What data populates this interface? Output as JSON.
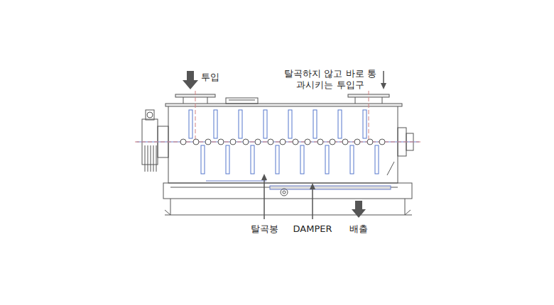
{
  "diagram": {
    "labels": [
      "투입",
      "탈곡하지 않고 바로 통과시키는 투입구",
      "탈곡봉",
      "DAMPER",
      "배출"
    ]
  }
}
